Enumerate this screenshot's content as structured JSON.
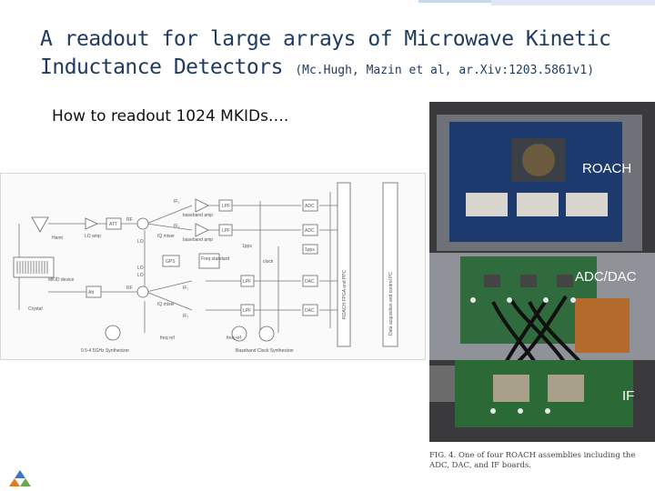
{
  "slide": {
    "title_line1": "A readout for large arrays of Microwave Kinetic",
    "title_line2": "Inductance Detectors",
    "title_citation": "(Mc.Hugh, Mazin et al, ar.Xiv:1203.5861v1)",
    "bullet": "How to readout 1024 MKIDs…."
  },
  "schematic": {
    "labels": {
      "hemt": "Hemt",
      "lo_amp": "LO amp",
      "att": "ATT",
      "rf1": "RF",
      "rf2": "RF",
      "lo1": "LO",
      "lo2": "LO",
      "lo3": "LO",
      "iq_mixer": "IQ mixer",
      "iq_mixer2": "IQ mixer",
      "if1": "IF₁",
      "if2": "IF₂",
      "if3": "IF₁",
      "if4": "IF₂",
      "baseband_amp": "baseband amp",
      "baseband_amp2": "baseband amp",
      "lpf1": "LPF",
      "lpf2": "LPF",
      "lpf3": "LPF",
      "lpf4": "LPF",
      "adc1": "ADC",
      "adc2": "ADC",
      "dac1": "DAC",
      "dac2": "DAC",
      "gps": "GPS",
      "freq_standard": "Freq standard",
      "clock": "clock",
      "fpps": "1pps",
      "fpps2": "1pps",
      "roach": "ROACH FPGA and PPC",
      "pc": "Data acquisition and control PC",
      "crystal": "Crystal",
      "mkid_device": "MKID device",
      "att2": "Att",
      "freq_ref1": "freq ref",
      "freq_ref2": "freq ref",
      "synth1": "0.5-4 5GHz Synthesizer",
      "synth2": "Baseband Clock Synthesizer"
    }
  },
  "photo": {
    "label_roach": "ROACH",
    "label_adcdac": "ADC/DAC",
    "label_if": "IF"
  },
  "caption": {
    "text": "FIG. 4. One of four ROACH assemblies including the ADC, DAC, and IF boards."
  }
}
